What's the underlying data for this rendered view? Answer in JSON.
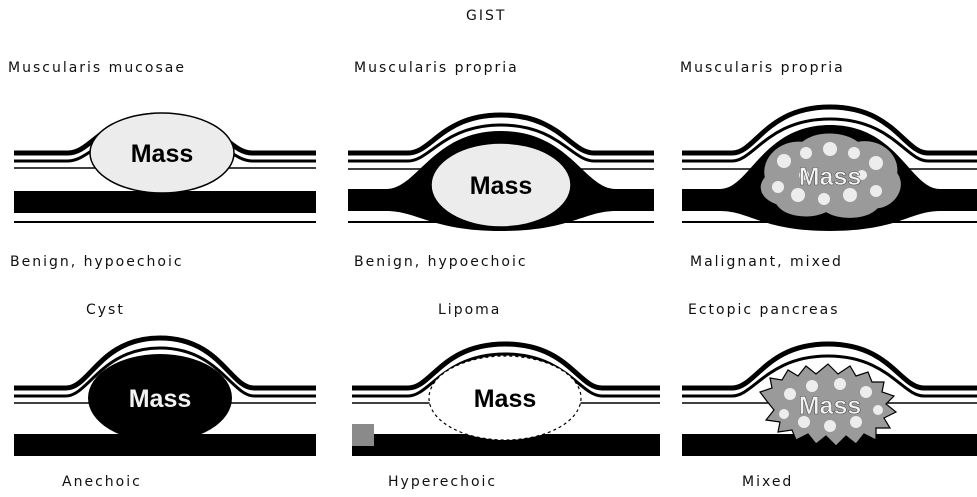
{
  "title": "GIST",
  "mass_label": "Mass",
  "panels": [
    {
      "top_label": "Muscularis mucosae",
      "bottom_label": "Benign, hypoechoic"
    },
    {
      "top_label": "Muscularis propria",
      "bottom_label": "Benign, hypoechoic"
    },
    {
      "top_label": "Muscularis propria",
      "bottom_label": "Malignant, mixed"
    },
    {
      "top_label": "Cyst",
      "bottom_label": "Anechoic"
    },
    {
      "top_label": "Lipoma",
      "bottom_label": "Hyperechoic"
    },
    {
      "top_label": "Ectopic pancreas",
      "bottom_label": "Mixed"
    }
  ],
  "colors": {
    "layer": "#000000",
    "mass_light": "#ececec",
    "mass_mixed": "#9a9a9a",
    "mass_cyst": "#000000",
    "background": "#ffffff"
  }
}
